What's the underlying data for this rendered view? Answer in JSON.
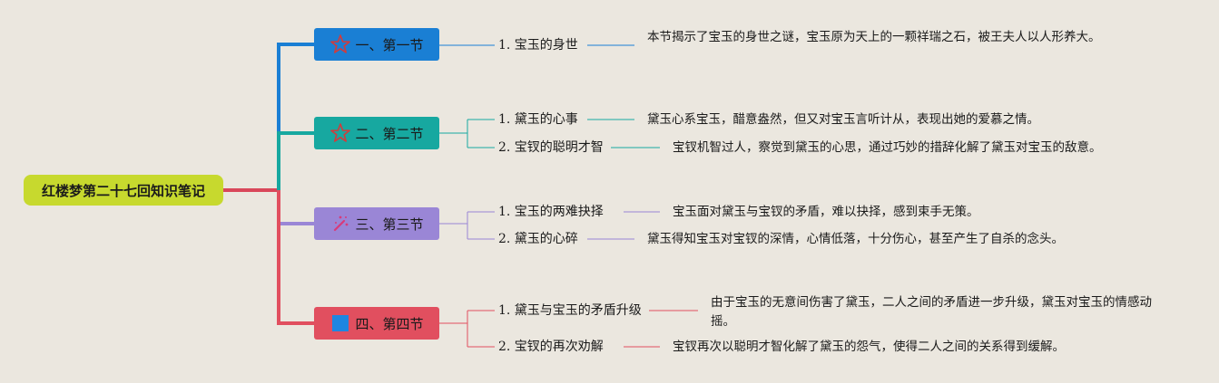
{
  "title": "红楼梦第二十七回知识笔记",
  "colors": {
    "background": "#ebe7df",
    "root": "#c7d92e",
    "root_link": "#d9475a",
    "sections": [
      "#1a7fd4",
      "#17a8a0",
      "#9a86d6",
      "#e14f5f"
    ]
  },
  "sections": [
    {
      "label": "一、第一节",
      "icon": "star-outline-icon",
      "color": "#1a7fd4",
      "topics": [
        {
          "label": "1. 宝玉的身世",
          "detail": "本节揭示了宝玉的身世之谜，宝玉原为天上的一颗祥瑞之石，被王夫人以人形养大。"
        }
      ]
    },
    {
      "label": "二、第二节",
      "icon": "star-outline-icon",
      "color": "#17a8a0",
      "topics": [
        {
          "label": "1. 黛玉的心事",
          "detail": "黛玉心系宝玉，醋意盎然，但又对宝玉言听计从，表现出她的爱慕之情。"
        },
        {
          "label": "2. 宝钗的聪明才智",
          "detail": "宝钗机智过人，察觉到黛玉的心思，通过巧妙的措辞化解了黛玉对宝玉的敌意。"
        }
      ]
    },
    {
      "label": "三、第三节",
      "icon": "sparkle-icon",
      "color": "#9a86d6",
      "topics": [
        {
          "label": "1. 宝玉的两难抉择",
          "detail": "宝玉面对黛玉与宝钗的矛盾，难以抉择，感到束手无策。"
        },
        {
          "label": "2. 黛玉的心碎",
          "detail": "黛玉得知宝玉对宝钗的深情，心情低落，十分伤心，甚至产生了自杀的念头。"
        }
      ]
    },
    {
      "label": "四、第四节",
      "icon": "blue-square-icon",
      "color": "#e14f5f",
      "topics": [
        {
          "label": "1. 黛玉与宝玉的矛盾升级",
          "detail": "由于宝玉的无意间伤害了黛玉，二人之间的矛盾进一步升级，黛玉对宝玉的情感动摇。"
        },
        {
          "label": "2. 宝钗的再次劝解",
          "detail": "宝钗再次以聪明才智化解了黛玉的怨气，使得二人之间的关系得到缓解。"
        }
      ]
    }
  ]
}
